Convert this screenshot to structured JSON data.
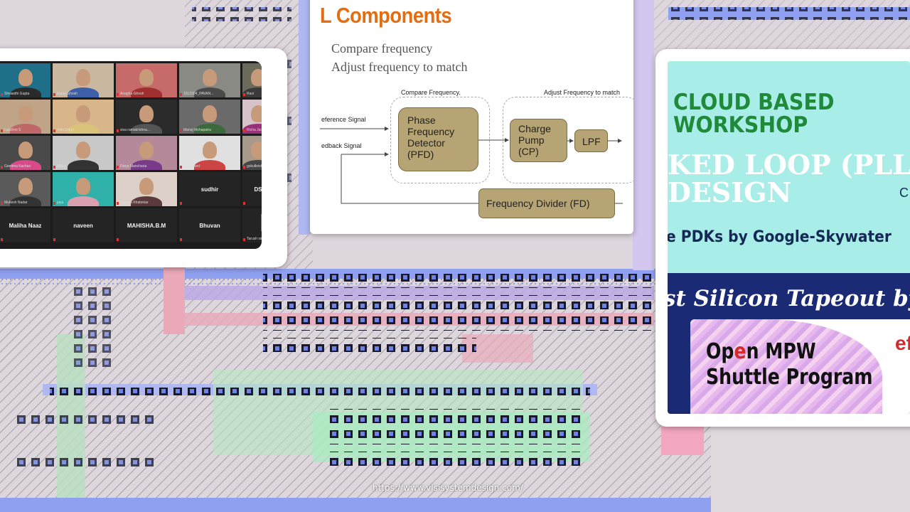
{
  "zoom_gallery": {
    "participants": [
      {
        "name": "Shwasthi Gupta",
        "type": "video",
        "bg": "#1e6f87",
        "shirt": "#2a2a2a"
      },
      {
        "name": "Kunal Ghosh",
        "type": "video",
        "bg": "#c9b7a0",
        "shirt": "#3d5fa8"
      },
      {
        "name": "Anagha Ghosh",
        "type": "video",
        "bg": "#c76a6a",
        "shirt": "#a03030"
      },
      {
        "name": "1912304_PAVAN...",
        "type": "video",
        "bg": "#8a8a84",
        "shirt": "#4a4a4a"
      },
      {
        "name": "Ravi",
        "type": "video",
        "bg": "#6c6a5a",
        "shirt": "#3a3a3a"
      },
      {
        "name": "Lakshmi S",
        "type": "video",
        "bg": "#bfa487",
        "shirt": "#c06868"
      },
      {
        "name": "Aditi Singh",
        "type": "video",
        "bg": "#d9b58a",
        "shirt": "#d9c27a"
      },
      {
        "name": "siva ramakrishna...",
        "type": "video",
        "bg": "#2b2b2b",
        "shirt": "#555"
      },
      {
        "name": "Manoj Mohapatra",
        "type": "video",
        "bg": "#6a6a6a",
        "shirt": "#3c6a3c"
      },
      {
        "name": "Richa Jain",
        "type": "video",
        "bg": "#d6c2c8",
        "shirt": "#9a2f7a"
      },
      {
        "name": "Geetima Kachari",
        "type": "video",
        "bg": "#4a4a4a",
        "shirt": "#d94a8a"
      },
      {
        "name": "Malar",
        "type": "video",
        "bg": "#c8c8c8",
        "shirt": "#333"
      },
      {
        "name": "Divya Mancharia",
        "type": "video",
        "bg": "#b48a9a",
        "shirt": "#7a3a8a"
      },
      {
        "name": "Mili Anand",
        "type": "video",
        "bg": "#e0e0e0",
        "shirt": "#c44"
      },
      {
        "name": "gokulkrishna",
        "type": "video",
        "bg": "#a89a8a",
        "shirt": "#444"
      },
      {
        "name": "Mukesh Nadar",
        "type": "video",
        "bg": "#5a5a5a",
        "shirt": "#333"
      },
      {
        "name": "jaya",
        "type": "video",
        "bg": "#2fb0a8",
        "shirt": "#d9a0b0"
      },
      {
        "name": "Supriya Khatoniar",
        "type": "video",
        "bg": "#dcd0c8",
        "shirt": "#5a3a3a"
      },
      {
        "name": "sudhir",
        "type": "text"
      },
      {
        "name": "DS",
        "type": "text"
      },
      {
        "name": "Maliha Naaz",
        "type": "text"
      },
      {
        "name": "naveen",
        "type": "text"
      },
      {
        "name": "MAHISHA.B.M",
        "type": "text"
      },
      {
        "name": "Bhuvan",
        "type": "text"
      },
      {
        "name": "Tarush singh",
        "type": "avatar",
        "initial": "T"
      }
    ]
  },
  "slide": {
    "title": "L Components",
    "bullets": [
      "Compare frequency",
      "Adjust frequency to match"
    ],
    "group_labels": [
      "Compare Frequency.",
      "Adjust Frequency to match"
    ],
    "input_labels": [
      "eference Signal",
      "edback Signal"
    ],
    "blocks": {
      "pfd": "Phase Frequency Detector (PFD)",
      "cp": "Charge Pump (CP)",
      "lpf": "LPF",
      "fd": "Frequency Divider (FD)"
    },
    "block_color": "#b6a474"
  },
  "banner": {
    "line1": "CLOUD BASED",
    "line2": "WORKSHOP",
    "pll_line1": "KED LOOP (PLL)",
    "pll_line2": "DESIGN",
    "pdk": "e PDKs by Google-Skywater",
    "tapeout": "st Silicon Tapeout by VSD",
    "mpw_line1_a": "Op",
    "mpw_line1_b": "e",
    "mpw_line1_c": "n MPW",
    "mpw_line2": "Shuttle Program",
    "ef": "ef",
    "right_glyph": "C"
  },
  "footer": {
    "url": "https://www.vlsisystemdesign.com/"
  },
  "colors": {
    "slide_title": "#e26d12",
    "banner_green": "#1f8a3a",
    "banner_navy": "#1a2a74",
    "banner_mint": "#a8ede7"
  }
}
